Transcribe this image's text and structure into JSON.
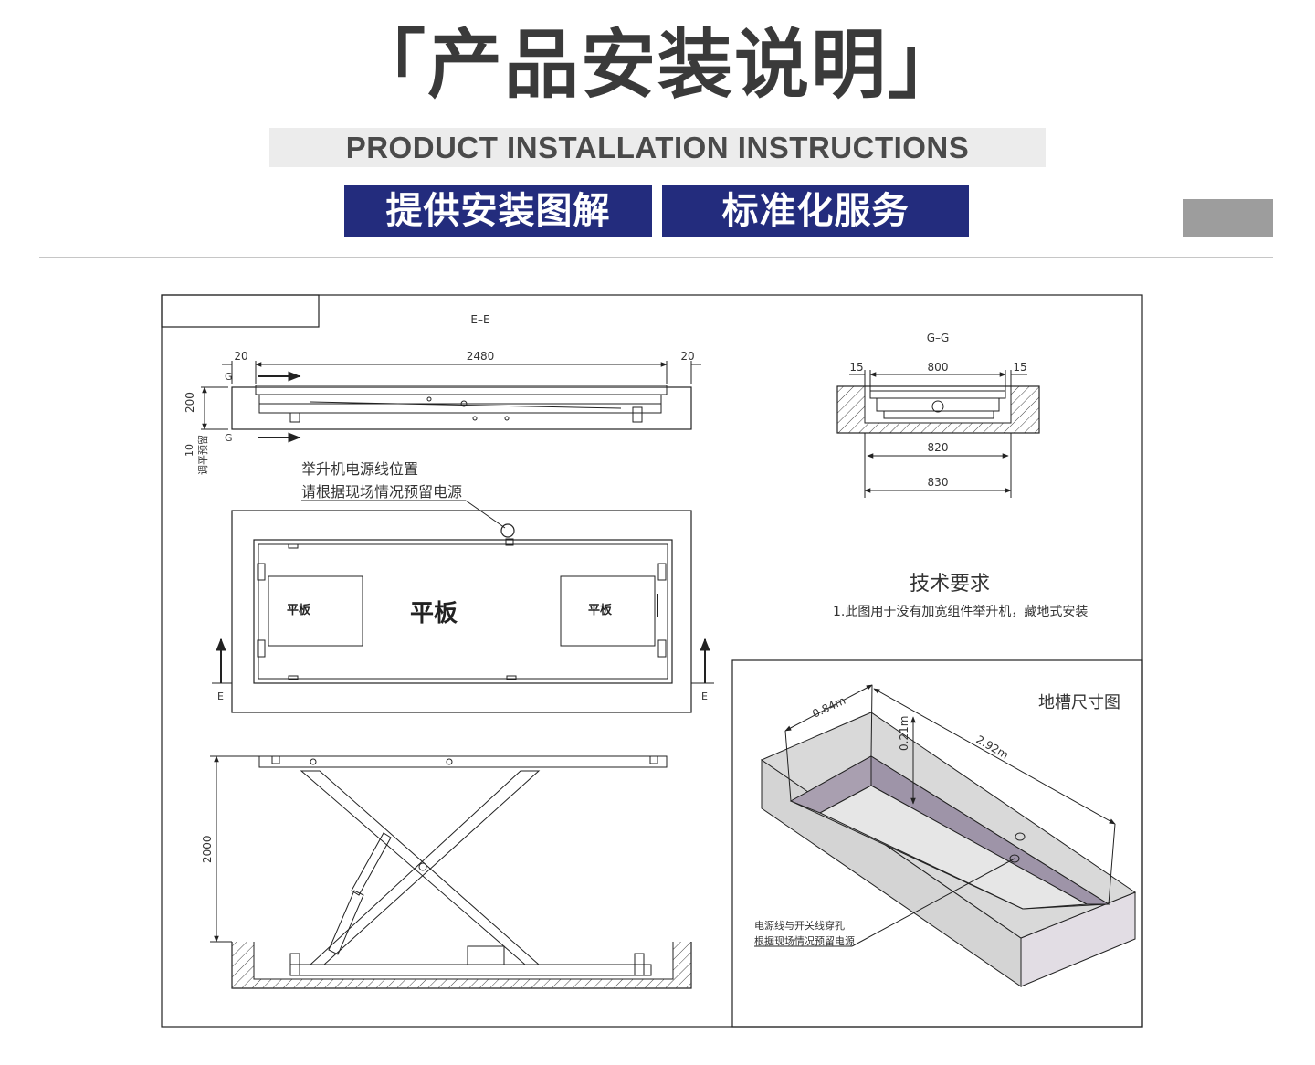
{
  "header": {
    "title": "「产品安装说明」",
    "subtitle": "PRODUCT INSTALLATION INSTRUCTIONS",
    "badges": [
      "提供安装图解",
      "标准化服务"
    ]
  },
  "drawing": {
    "section_ee": "E–E",
    "section_gg": "G–G",
    "dim_left": "20",
    "dim_total": "2480",
    "dim_right": "20",
    "dim_height": "200",
    "dim_leveling_value": "10",
    "dim_leveling_text": "调平预留",
    "marker_g": "G",
    "marker_e": "E",
    "g_dim_left": "15",
    "g_dim_top": "800",
    "g_dim_right": "15",
    "g_dim_mid": "820",
    "g_dim_bottom": "830",
    "power_note_line1": "举升机电源线位置",
    "power_note_line2": "请根据现场情况预留电源",
    "plate_label_center": "平板",
    "plate_label_left": "平板",
    "plate_label_right": "平板",
    "lift_height": "2000",
    "tech_title": "技术要求",
    "tech_item1": "1.此图用于没有加宽组件举升机，藏地式安装",
    "pit_title": "地槽尺寸图",
    "pit_width": "0.84m",
    "pit_depth": "0.21m",
    "pit_length": "2.92m",
    "pit_hole_line1": "电源线与开关线穿孔",
    "pit_hole_line2": "根据现场情况预留电源"
  }
}
